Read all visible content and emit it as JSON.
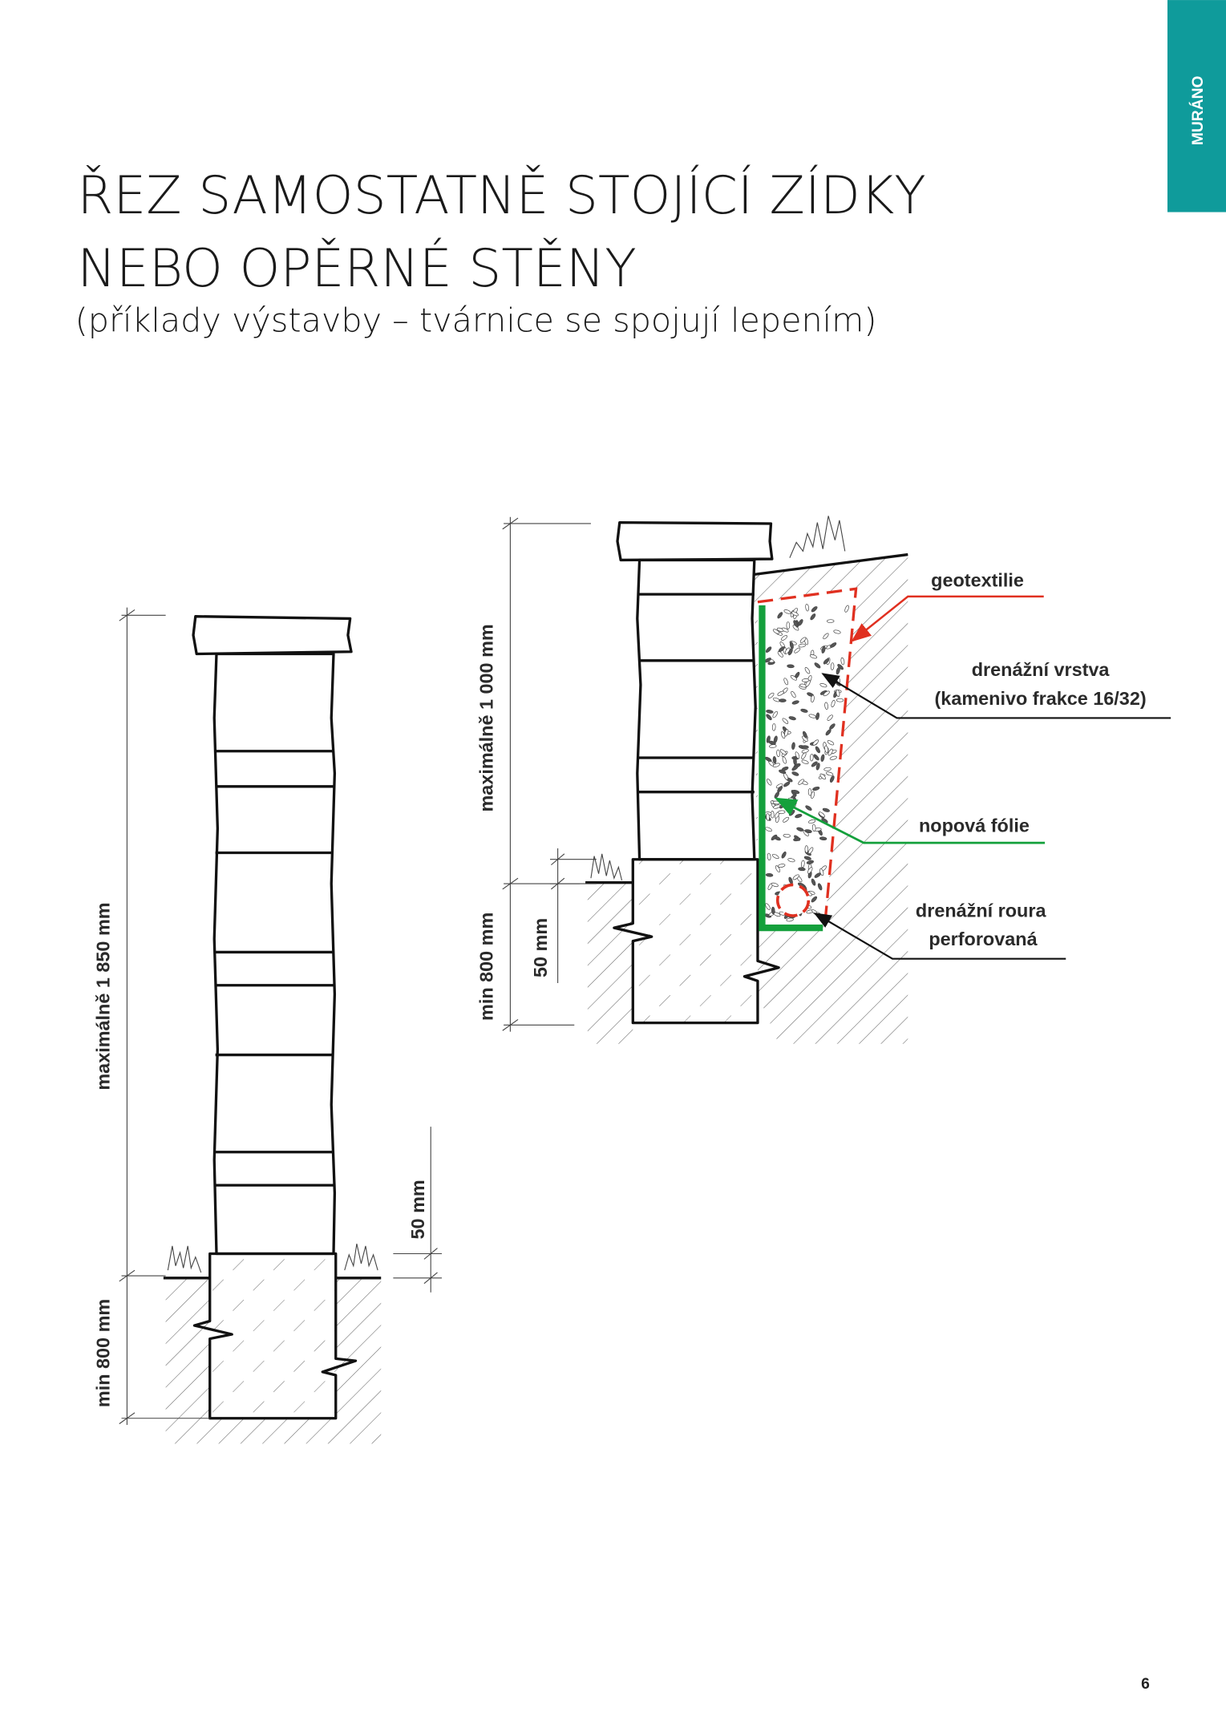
{
  "brand_tab": {
    "label": "MURÁNO",
    "color": "#0f9b9b"
  },
  "title": {
    "line1": "ŘEZ SAMOSTATNĚ STOJÍCÍ ZÍDKY",
    "line2": "NEBO OPĚRNÉ STĚNY",
    "subtitle": "(příklady výstavby – tvárnice se spojují lepením)"
  },
  "left_drawing": {
    "dim_height": "maximálně 1 850 mm",
    "dim_foundation": "min 800 mm",
    "dim_offset": "50 mm"
  },
  "right_drawing": {
    "dim_height": "maximálně 1 000 mm",
    "dim_foundation": "min 800 mm",
    "dim_offset": "50 mm",
    "labels": {
      "geotextile": "geotextilie",
      "drain_layer_1": "drenážní vrstva",
      "drain_layer_2": "(kamenivo frakce 16/32)",
      "membrane": "nopová fólie",
      "pipe_1": "drenážní roura",
      "pipe_2": "perforovaná"
    },
    "colors": {
      "geotextile": "#e03020",
      "membrane": "#14a03c"
    }
  },
  "page_number": "6"
}
